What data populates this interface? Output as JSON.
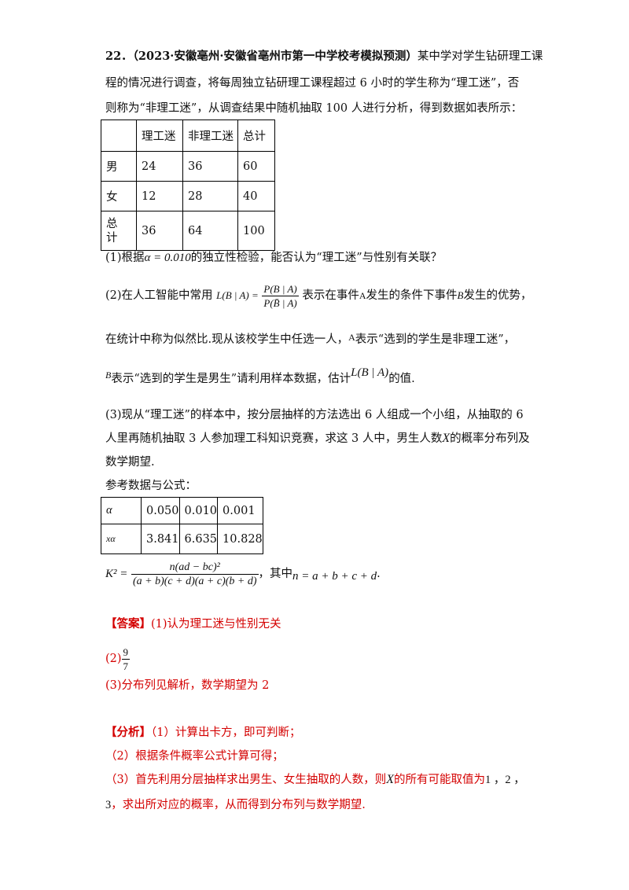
{
  "problem": {
    "number": "22．",
    "source": "（2023·安徽亳州·安徽省亳州市第一中学校考模拟预测）",
    "intro_1": "某中学对学生钻研理工课",
    "intro_2": "程的情况进行调查，将每周独立钻研理工课程超过 6 小时的学生称为“理工迷”，否",
    "intro_3": "则称为“非理工迷”，从调查结果中随机抽取 100 人进行分析，得到数据如表所示："
  },
  "table1": {
    "headers": [
      "",
      "理工迷",
      "非理工迷",
      "总计"
    ],
    "rows": [
      [
        "男",
        "24",
        "36",
        "60"
      ],
      [
        "女",
        "12",
        "28",
        "40"
      ],
      [
        "总\n计",
        "36",
        "64",
        "100"
      ]
    ]
  },
  "q1": {
    "prefix": "(1)根据",
    "math": "α = 0.010",
    "suffix": "的独立性检验，能否认为“理工迷”与性别有关联？"
  },
  "q2": {
    "prefix": "(2)在人工智能中常用",
    "lhs": "L(B | A) =",
    "num": "P(B | A)",
    "den": "P(B̄ | A)",
    "text_a": "表示在事件",
    "var_a": "A",
    "text_b": "发生的条件下事件",
    "var_b": "B",
    "text_c": "发生的优势，",
    "line2_prefix": "在统计中称为似然比.现从该校学生中任选一人，",
    "line2_var": "A",
    "line2_suffix": "表示“选到的学生是非理工迷”，",
    "line3_var": "B",
    "line3_text": "表示“选到的学生是男生”请利用样本数据，估计",
    "line3_math": "L(B | A)",
    "line3_suffix": "的值."
  },
  "q3": {
    "line1": "(3)现从“理工迷”的样本中，按分层抽样的方法选出 6 人组成一个小组，从抽取的 6",
    "line2_prefix": "人里再随机抽取 3 人参加理工科知识竞赛，求这 3 人中，男生人数",
    "line2_var": "X",
    "line2_suffix": "的概率分布列及",
    "line3": "数学期望."
  },
  "reference": {
    "label": "参考数据与公式：",
    "rows": [
      [
        "α",
        "0.050",
        "0.010",
        "0.001"
      ],
      [
        "xα",
        "3.841",
        "6.635",
        "10.828"
      ]
    ],
    "formula_lhs": "K² =",
    "formula_num": "n(ad − bc)²",
    "formula_den": "(a + b)(c + d)(a + c)(b + d)",
    "formula_mid": "，其中",
    "formula_n": "n = a + b + c + d",
    "formula_end": "."
  },
  "answer": {
    "label": "【答案】",
    "a1": "(1)认为理工迷与性别无关",
    "a2_prefix": "(2)",
    "a2_num": "9",
    "a2_den": "7",
    "a3": "(3)分布列见解析，数学期望为 2"
  },
  "analysis": {
    "label": "【分析】",
    "l1": "（1）计算出卡方，即可判断；",
    "l2": "（2）根据条件概率公式计算可得；",
    "l3_prefix": "（3）首先利用分层抽样求出男生、女生抽取的人数，则",
    "l3_var": "X",
    "l3_mid": "的所有可能取值为",
    "l3_vals": "1 ，2 ，",
    "l4_val": "3",
    "l4_text": "，求出所对应的概率，从而得到分布列与数学期望."
  },
  "colors": {
    "answer_red": "#d40000",
    "text": "#111111"
  }
}
